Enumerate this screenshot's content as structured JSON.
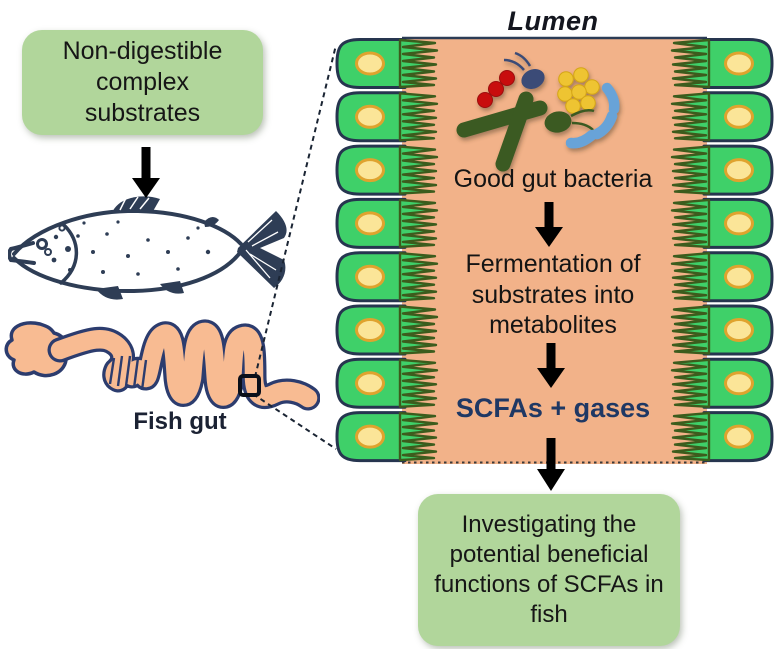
{
  "figure": {
    "top_box_label": "Non-digestible complex substrates",
    "fish_gut_label": "Fish gut",
    "panel": {
      "lumen_label": "Lumen",
      "step1": "Good gut bacteria",
      "step2": "Fermentation of substrates into metabolites",
      "step3": "SCFAs + gases"
    },
    "bottom_box_label": "Investigating the potential beneficial functions of SCFAs in fish"
  },
  "colors": {
    "box_green": "#b1d69b",
    "cell_green": "#3fd069",
    "microvilli_green": "#3c5c1d",
    "nucleus_fill": "#fbe598",
    "nucleus_outline": "#dfa32e",
    "lumen_salmon": "#f2b289",
    "outline_navy": "#2c3c5e",
    "scfas_text_navy": "#1f3864",
    "bacteria_red": "#c80f0f",
    "bacteria_navy": "#3b4c77",
    "bacteria_yellow": "#eec431",
    "bacteria_dark_green": "#3b5a22",
    "bacteria_light_blue": "#68a3d8",
    "arrow_black": "#000000"
  },
  "illustrations": {
    "fish": "trout-line-drawing",
    "gut": "fish-intestine-squiggle",
    "epithelium": "gut-epithelial-cells-with-microvilli",
    "bacteria": [
      "red-cocci-chain",
      "navy-flagellated-coccus",
      "yellow-cocci-cluster",
      "green-rod-cross",
      "green-flagellated-bacterium",
      "blue-curved-rod-chain"
    ]
  }
}
